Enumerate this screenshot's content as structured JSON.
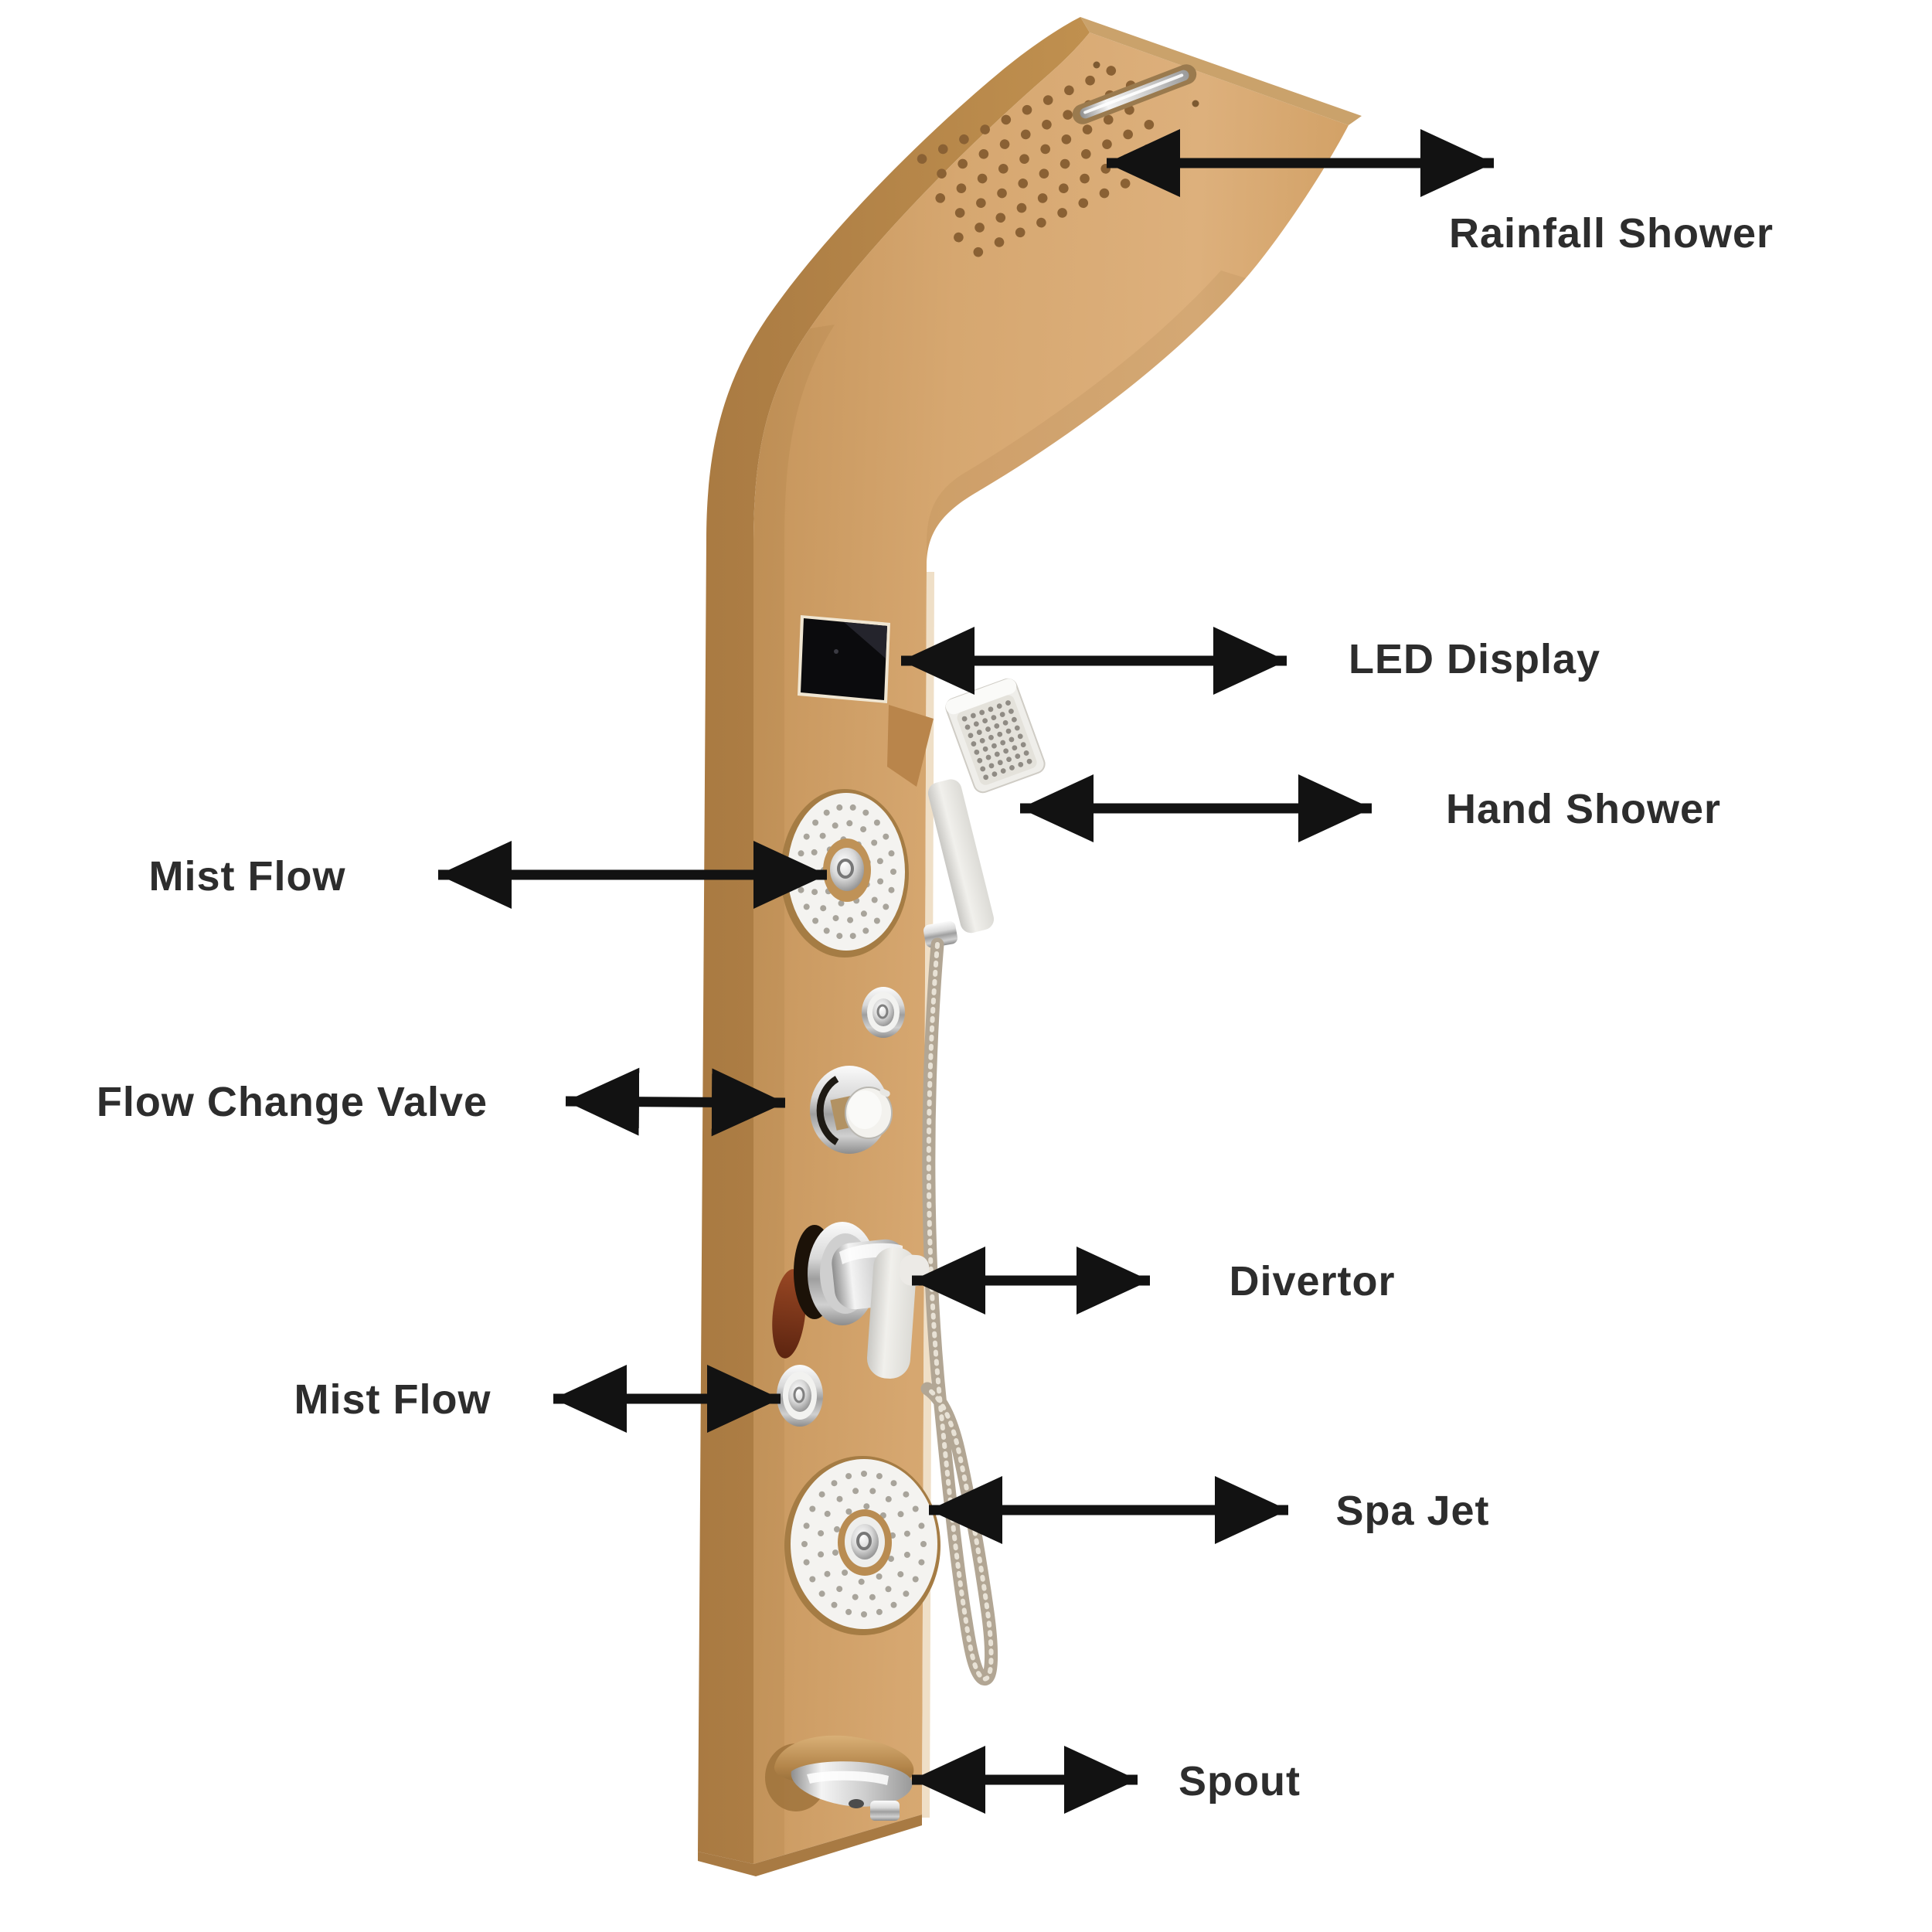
{
  "figure": {
    "type": "product-annotation-diagram",
    "subject": "Shower panel with labeled features",
    "background_color": "#ffffff",
    "arrow_color": "#121212",
    "label_text_color": "#2d2d2d",
    "panel": {
      "body_color": "#d5a56f",
      "side_color": "#b5854c",
      "chrome_color": "#e9e9e9",
      "led_screen_color": "#0b0b0d",
      "hole_color": "#8a6134"
    },
    "labels": [
      {
        "id": "rainfall-shower",
        "text": "Rainfall Shower",
        "side": "right"
      },
      {
        "id": "led-display",
        "text": "LED Display",
        "side": "right"
      },
      {
        "id": "hand-shower",
        "text": "Hand Shower",
        "side": "right"
      },
      {
        "id": "mist-flow-top",
        "text": "Mist Flow",
        "side": "left"
      },
      {
        "id": "flow-change-valve",
        "text": "Flow Change Valve",
        "side": "left"
      },
      {
        "id": "divertor",
        "text": "Divertor",
        "side": "right"
      },
      {
        "id": "mist-flow-bottom",
        "text": "Mist Flow",
        "side": "left"
      },
      {
        "id": "spa-jet",
        "text": "Spa Jet",
        "side": "right"
      },
      {
        "id": "spout",
        "text": "Spout",
        "side": "right"
      }
    ]
  }
}
